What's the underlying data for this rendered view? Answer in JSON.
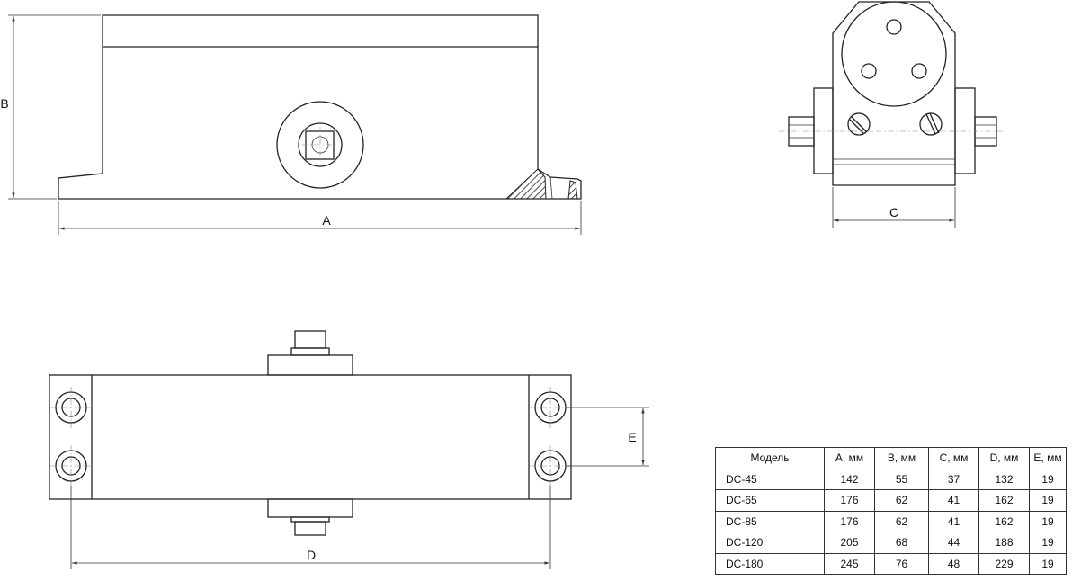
{
  "dimension_labels": {
    "a": "A",
    "b": "B",
    "c": "C",
    "d": "D",
    "e": "E"
  },
  "table": {
    "headers": [
      "Модель",
      "A, мм",
      "B, мм",
      "C, мм",
      "D, мм",
      "E, мм"
    ],
    "rows": [
      [
        "DC-45",
        "142",
        "55",
        "37",
        "132",
        "19"
      ],
      [
        "DC-65",
        "176",
        "62",
        "41",
        "162",
        "19"
      ],
      [
        "DC-85",
        "176",
        "62",
        "41",
        "162",
        "19"
      ],
      [
        "DC-120",
        "205",
        "68",
        "44",
        "188",
        "19"
      ],
      [
        "DC-180",
        "245",
        "76",
        "48",
        "229",
        "19"
      ]
    ]
  }
}
